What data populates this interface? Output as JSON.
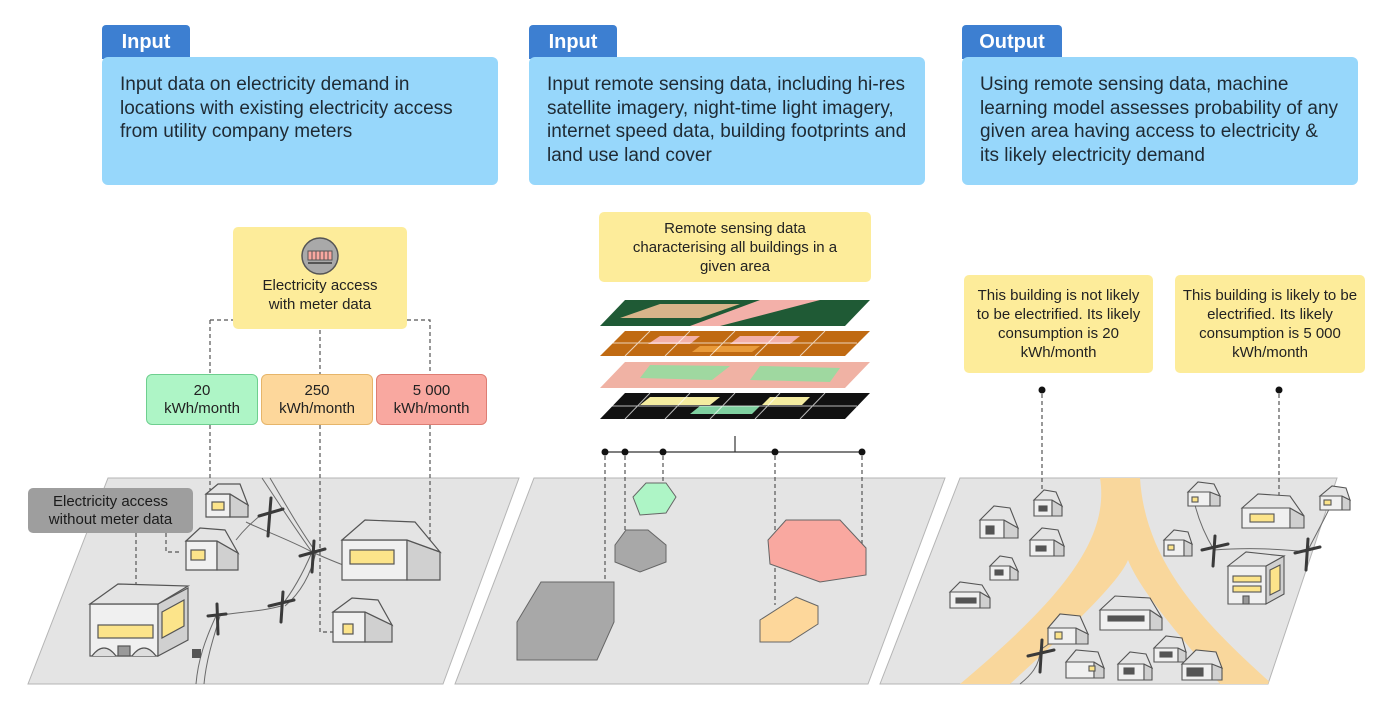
{
  "columns": [
    {
      "tab": "Input",
      "description": "Input data on electricity demand in locations with existing electricity access from utility company meters"
    },
    {
      "tab": "Input",
      "description": "Input remote sensing data, including hi-res satellite imagery, night-time light imagery, internet speed data, building footprints and land use land cover"
    },
    {
      "tab": "Output",
      "description": "Using remote sensing data, machine learning model assesses probability of any given area having access to electricity & its likely electricity demand"
    }
  ],
  "panel1": {
    "meter_label": "Electricity access with meter data",
    "no_meter_label": "Electricity access without meter data",
    "demand_boxes": [
      {
        "value": "20",
        "unit": "kWh/month",
        "color": "#aef5c6",
        "border": "#6ecf8f"
      },
      {
        "value": "250",
        "unit": "kWh/month",
        "color": "#fdd79b",
        "border": "#e6b56a"
      },
      {
        "value": "5 000",
        "unit": "kWh/month",
        "color": "#f9a8a0",
        "border": "#de7d73"
      }
    ]
  },
  "panel2": {
    "remote_label": "Remote sensing data characterising all buildings in a given area"
  },
  "panel3": {
    "not_electrified": "This building is not likely to be electrified. Its likely consumption is 20 kWh/month",
    "electrified": "This building is likely to be electrified. Its likely consumption is 5 000 kWh/month"
  },
  "colors": {
    "tab": "#3d7fd1",
    "description_bg": "#97d7fb",
    "note_bg": "#fdec9a",
    "ground": "#e4e4e4",
    "road": "#f9d79c",
    "building_pink": "#f9a8a0",
    "building_green": "#aef5c6",
    "building_orange": "#fdd79b"
  }
}
